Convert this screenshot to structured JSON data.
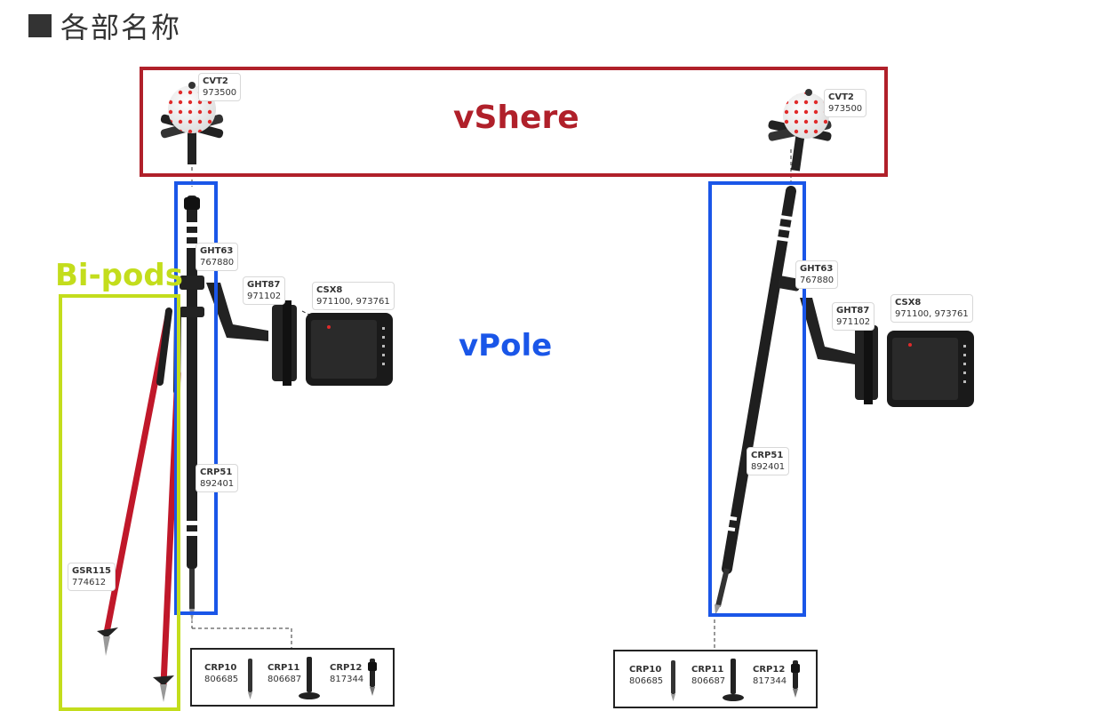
{
  "title": "各部名称",
  "groups": {
    "vshere": "vShere",
    "vpole": "vPole",
    "bipods": "Bi-pods"
  },
  "tags": {
    "left": {
      "cvt2": {
        "name": "CVT2",
        "code": "973500"
      },
      "ght63": {
        "name": "GHT63",
        "code": "767880"
      },
      "ght87": {
        "name": "GHT87",
        "code": "971102"
      },
      "csx8": {
        "name": "CSX8",
        "code": "971100, 973761"
      },
      "crp51": {
        "name": "CRP51",
        "code": "892401"
      },
      "gsr115": {
        "name": "GSR115",
        "code": "774612"
      }
    },
    "right": {
      "cvt2": {
        "name": "CVT2",
        "code": "973500"
      },
      "ght63": {
        "name": "GHT63",
        "code": "767880"
      },
      "ght87": {
        "name": "GHT87",
        "code": "971102"
      },
      "csx8": {
        "name": "CSX8",
        "code": "971100, 973761"
      },
      "crp51": {
        "name": "CRP51",
        "code": "892401"
      }
    }
  },
  "accessories": {
    "left": [
      {
        "name": "CRP10",
        "code": "806685"
      },
      {
        "name": "CRP11",
        "code": "806687"
      },
      {
        "name": "CRP12",
        "code": "817344"
      }
    ],
    "right": [
      {
        "name": "CRP10",
        "code": "806685"
      },
      {
        "name": "CRP11",
        "code": "806687"
      },
      {
        "name": "CRP12",
        "code": "817344"
      }
    ]
  },
  "colors": {
    "vshere_frame": "#b0202a",
    "vpole_frame": "#1a56e8",
    "bipods_frame": "#c3dd1c",
    "bipod_leg": "#c0182a",
    "sphere_dot": "#e02a2a"
  }
}
